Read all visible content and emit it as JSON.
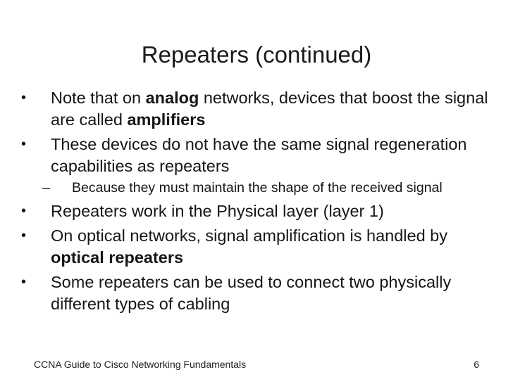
{
  "slide": {
    "title": "Repeaters (continued)",
    "bullets": [
      {
        "level": 1,
        "marker": "•",
        "parts": [
          {
            "text": "Note that on ",
            "bold": false
          },
          {
            "text": "analog",
            "bold": true
          },
          {
            "text": " networks, devices that boost the signal are called ",
            "bold": false
          },
          {
            "text": "amplifiers",
            "bold": true
          }
        ]
      },
      {
        "level": 1,
        "marker": "•",
        "parts": [
          {
            "text": "These devices do not have the same signal regeneration capabilities as repeaters",
            "bold": false
          }
        ]
      },
      {
        "level": 2,
        "marker": "–",
        "parts": [
          {
            "text": "Because they must maintain the shape of the received signal",
            "bold": false
          }
        ]
      },
      {
        "level": 1,
        "marker": "•",
        "parts": [
          {
            "text": "Repeaters work in the Physical layer (layer 1)",
            "bold": false
          }
        ]
      },
      {
        "level": 1,
        "marker": "•",
        "parts": [
          {
            "text": "On optical networks, signal amplification is handled by ",
            "bold": false
          },
          {
            "text": "optical repeaters",
            "bold": true
          }
        ]
      },
      {
        "level": 1,
        "marker": "•",
        "parts": [
          {
            "text": "Some repeaters can be used to connect two physically different types of cabling",
            "bold": false
          }
        ]
      }
    ],
    "footer": {
      "course": "CCNA Guide to Cisco Networking Fundamentals",
      "page_number": "6"
    }
  }
}
